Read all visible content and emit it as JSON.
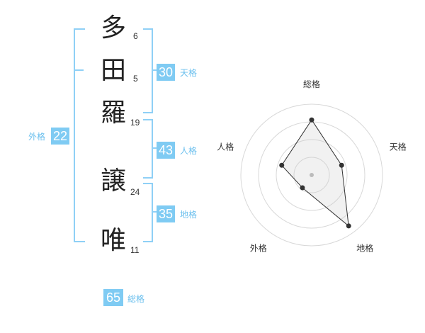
{
  "name": {
    "chars": [
      {
        "char": "多",
        "strokes": "6"
      },
      {
        "char": "田",
        "strokes": "5"
      },
      {
        "char": "羅",
        "strokes": "19"
      },
      {
        "char": "譲",
        "strokes": "24"
      },
      {
        "char": "唯",
        "strokes": "11"
      }
    ]
  },
  "scores": {
    "tenkaku": {
      "value": "30",
      "label": "天格"
    },
    "jinkaku": {
      "value": "43",
      "label": "人格"
    },
    "chikaku": {
      "value": "35",
      "label": "地格"
    },
    "gaikaku": {
      "value": "22",
      "label": "外格"
    },
    "soukaku": {
      "value": "65",
      "label": "総格"
    }
  },
  "colors": {
    "bracket": "#8fd0f6",
    "score_bg": "#7fcbf3",
    "score_label": "#6cc0ee"
  },
  "chart_data": {
    "type": "radar",
    "axes": [
      "総格",
      "天格",
      "地格",
      "外格",
      "人格"
    ],
    "values": [
      3.5,
      2.0,
      4.0,
      1.0,
      2.0
    ],
    "range": [
      0,
      4.5
    ],
    "rings": 4
  }
}
